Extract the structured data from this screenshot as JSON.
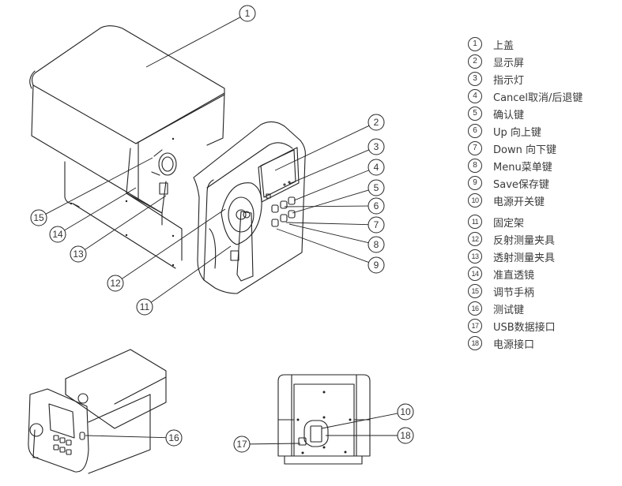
{
  "legend": {
    "items": [
      {
        "num": "1",
        "label": "上盖"
      },
      {
        "num": "2",
        "label": "显示屏"
      },
      {
        "num": "3",
        "label": "指示灯"
      },
      {
        "num": "4",
        "label": "Cancel取消/后退键"
      },
      {
        "num": "5",
        "label": "确认键"
      },
      {
        "num": "6",
        "label": "Up 向上键"
      },
      {
        "num": "7",
        "label": "Down 向下键"
      },
      {
        "num": "8",
        "label": "Menu菜单键"
      },
      {
        "num": "9",
        "label": "Save保存键"
      },
      {
        "num": "10",
        "label": "电源开关键"
      },
      {
        "num": "11",
        "label": "固定架"
      },
      {
        "num": "12",
        "label": "反射测量夹具"
      },
      {
        "num": "13",
        "label": "透射测量夹具"
      },
      {
        "num": "14",
        "label": "准直透镜"
      },
      {
        "num": "15",
        "label": "调节手柄"
      },
      {
        "num": "16",
        "label": "测试键"
      },
      {
        "num": "17",
        "label": "USB数据接口"
      },
      {
        "num": "18",
        "label": "电源接口"
      }
    ]
  },
  "callouts": {
    "main_view": [
      "1",
      "2",
      "3",
      "4",
      "5",
      "6",
      "7",
      "8",
      "9",
      "11",
      "12",
      "13",
      "14",
      "15"
    ],
    "rear_angle_view": [
      "16"
    ],
    "back_view": [
      "10",
      "17",
      "18"
    ]
  },
  "colors": {
    "line": "#222222",
    "text": "#3a3a3a",
    "background": "#ffffff"
  }
}
